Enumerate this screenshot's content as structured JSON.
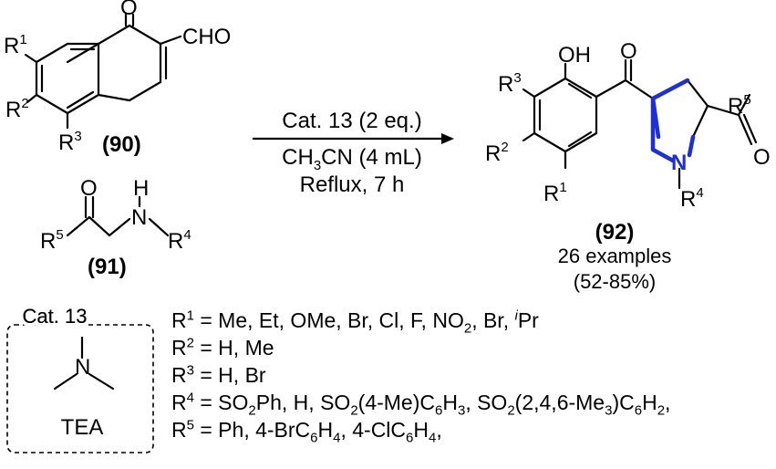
{
  "compound_90": {
    "label": "(90)",
    "groups": {
      "r1": "R",
      "r1_sup": "1",
      "r2": "R",
      "r2_sup": "2",
      "r3": "R",
      "r3_sup": "3",
      "oxo": "O",
      "cho": "CHO"
    }
  },
  "compound_91": {
    "label": "(91)",
    "groups": {
      "oxo": "O",
      "nh": "H",
      "n": "N",
      "r5": "R",
      "r5_sup": "5",
      "r4": "R",
      "r4_sup": "4"
    }
  },
  "compound_92": {
    "label": "(92)",
    "examples": "26 examples",
    "yield": "(52-85%)",
    "groups": {
      "oh": "OH",
      "ketone_o": "O",
      "acyl_o": "O",
      "n": "N",
      "r1": "R",
      "r1_sup": "1",
      "r2": "R",
      "r2_sup": "2",
      "r3": "R",
      "r3_sup": "3",
      "r4": "R",
      "r4_sup": "4",
      "r5": "R",
      "r5_sup": "5"
    }
  },
  "conditions": {
    "catalyst": "Cat. 13 (2 eq.)",
    "solvent_a": "CH",
    "solvent_sub": "3",
    "solvent_b": "CN (4 mL)",
    "temp_time": "Reflux, 7 h"
  },
  "catalyst_box": {
    "title": "Cat. 13",
    "atom": "N",
    "name": "TEA"
  },
  "substituents": [
    {
      "id": "r1",
      "sym": "R",
      "sup": "1",
      "text": " = Me, Et, OMe, Br, Cl, F, NO",
      "sub": "2",
      "text2": ", Br, ",
      "sup2": "i",
      "text3": "Pr"
    },
    {
      "id": "r2",
      "sym": "R",
      "sup": "2",
      "text": " = H, Me"
    },
    {
      "id": "r3",
      "sym": "R",
      "sup": "3",
      "text": " = H, Br"
    },
    {
      "id": "r4",
      "sym": "R",
      "sup": "4",
      "text": " = SO",
      "sub": "2",
      "text2": "Ph, H, SO",
      "sub2": "2",
      "text3": "(4-Me)C",
      "sub3": "6",
      "text4": "H",
      "sub4": "3",
      "text5": ", SO",
      "sub5": "2",
      "text6": "(2,4,6-Me",
      "sub6": "3",
      "text7": ")C",
      "sub7": "6",
      "text8": "H",
      "sub8": "2",
      "text9": ","
    },
    {
      "id": "r5",
      "sym": "R",
      "sup": "5",
      "text": " = Ph, 4-BrC",
      "sub": "6",
      "text2": "H",
      "sub2": "4",
      "text3": ", 4-ClC",
      "sub3": "6",
      "text4": "H",
      "sub4": "4",
      "text5": ","
    }
  ]
}
